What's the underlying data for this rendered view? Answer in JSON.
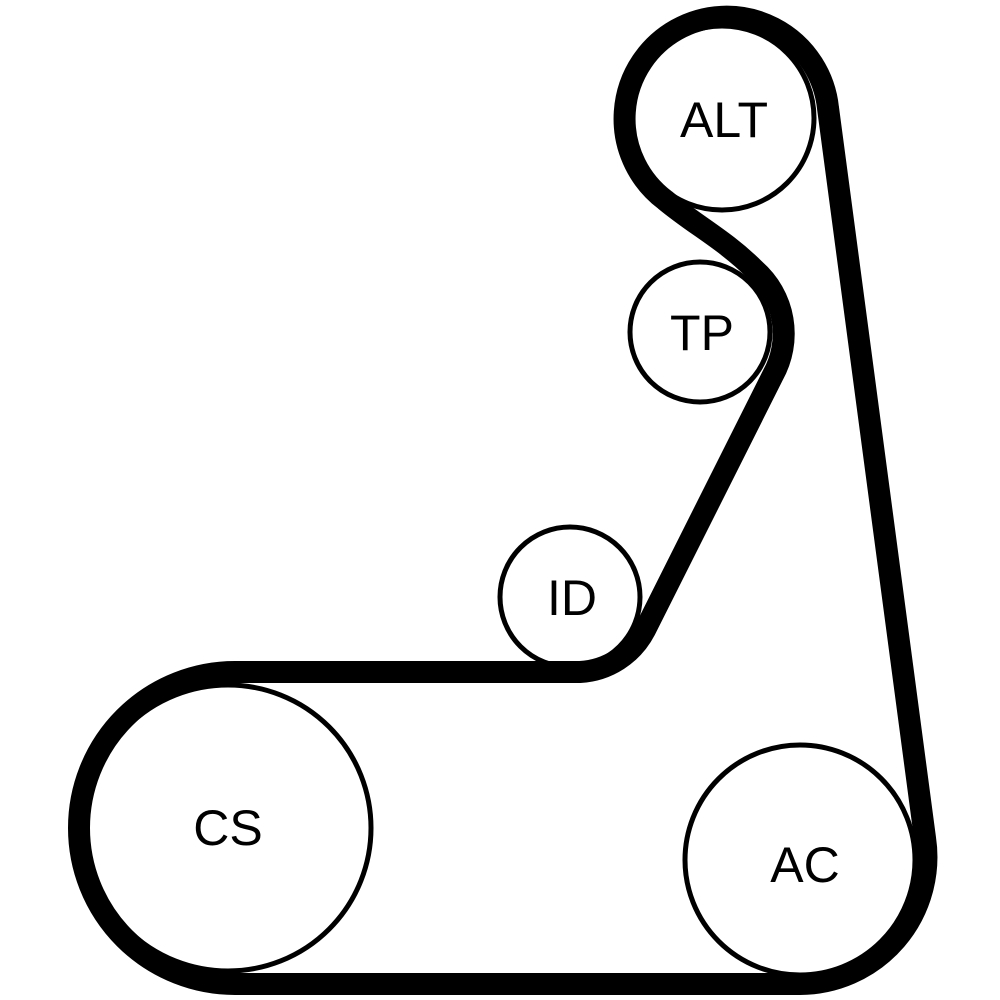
{
  "diagram": {
    "pulleys": {
      "alt": {
        "label": "ALT"
      },
      "tp": {
        "label": "TP"
      },
      "id": {
        "label": "ID"
      },
      "cs": {
        "label": "CS"
      },
      "ac": {
        "label": "AC"
      }
    },
    "colors": {
      "belt": "#000000",
      "background": "#ffffff"
    }
  }
}
